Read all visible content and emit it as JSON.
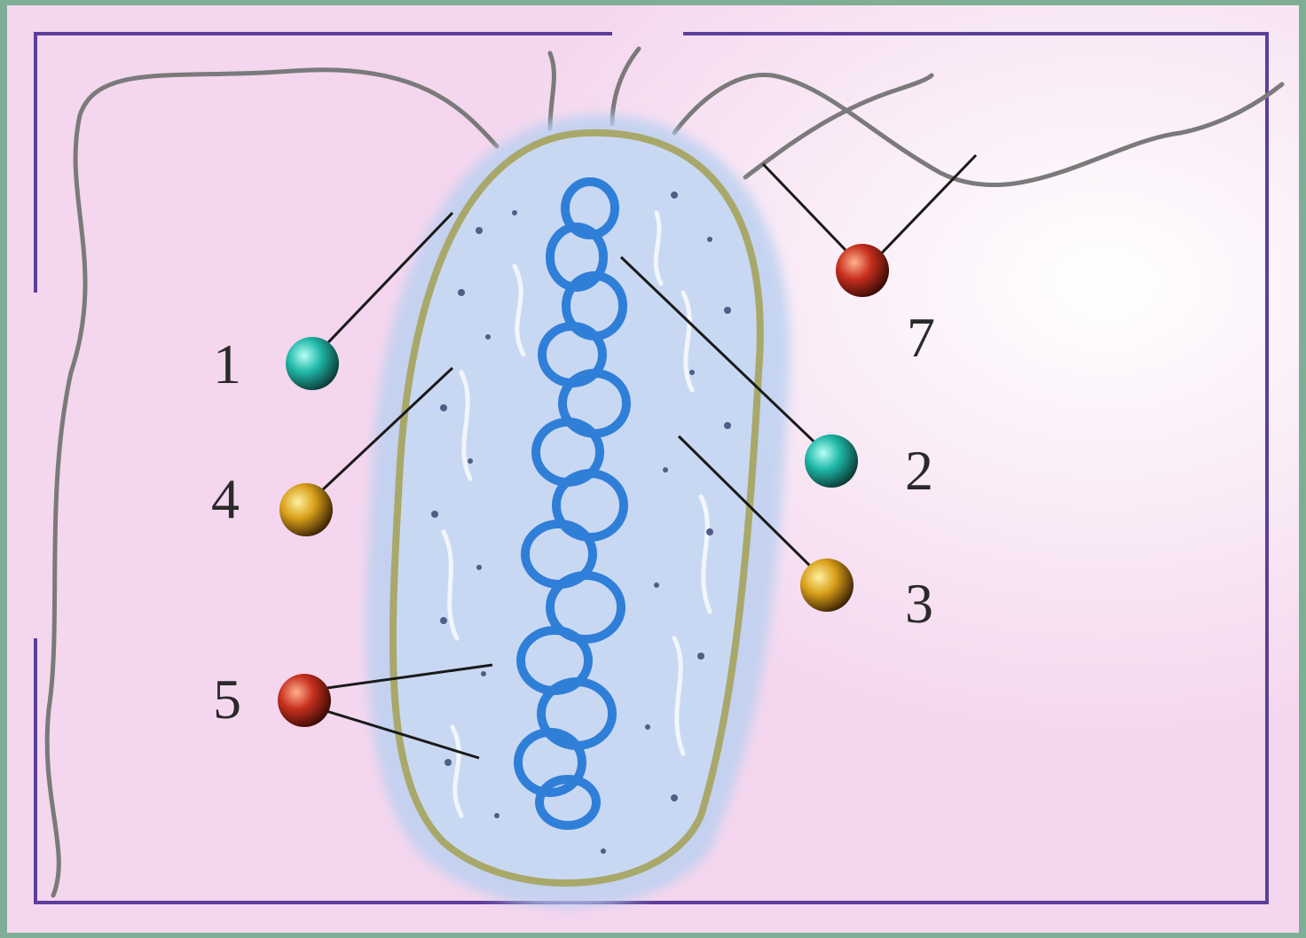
{
  "colors": {
    "outer_border": "#7fae96",
    "background": "#f6dcf0",
    "frame": "#5b3f9a",
    "cell_wall": "#a8a86a",
    "cytoplasm": "#c9d8f2",
    "capsule": "#b9d0f0",
    "nucleoid": "#2f7fd8",
    "marker_teal": "#1fb8a8",
    "marker_orange": "#d9a01a",
    "marker_red": "#c8301e"
  },
  "labels": [
    {
      "id": "1",
      "text": "1",
      "marker": "teal"
    },
    {
      "id": "2",
      "text": "2",
      "marker": "teal"
    },
    {
      "id": "3",
      "text": "3",
      "marker": "orange"
    },
    {
      "id": "4",
      "text": "4",
      "marker": "orange"
    },
    {
      "id": "5",
      "text": "5",
      "marker": "red"
    },
    {
      "id": "7",
      "text": "7",
      "marker": "red"
    }
  ]
}
